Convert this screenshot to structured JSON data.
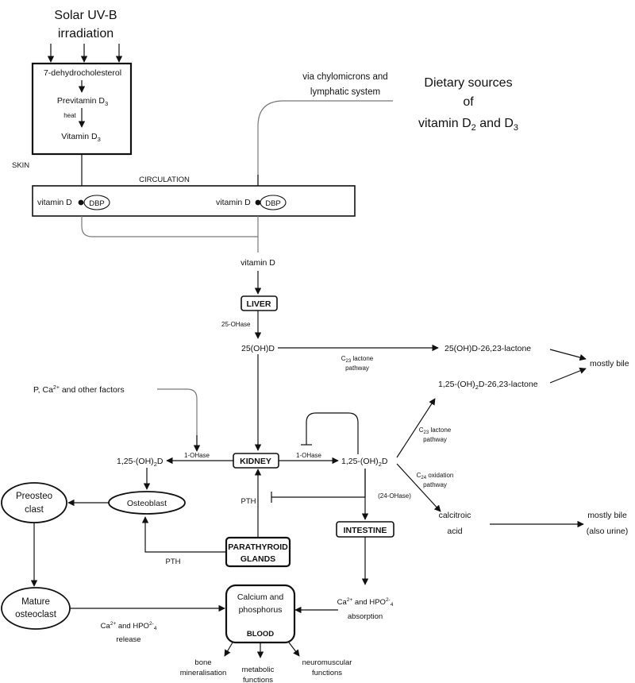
{
  "sources": {
    "solar_line1": "Solar UV-B",
    "solar_line2": "irradiation",
    "dietary_line1": "Dietary sources",
    "dietary_line2": "of",
    "dietary_line3_prefix": "vitamin D",
    "dietary_sub1": "2",
    "dietary_and": " and D",
    "dietary_sub2": "3",
    "chylo_line1": "via chylomicrons and",
    "chylo_line2": "lymphatic system"
  },
  "skin": {
    "label": "SKIN",
    "dehydro": "7-dehydrocholesterol",
    "previtamin": "Previtamin D",
    "previtamin_sub": "3",
    "heat": "heat",
    "vitamin": "Vitamin D",
    "vitamin_sub": "3"
  },
  "circulation": {
    "label": "CIRCULATION",
    "vitd_left": "vitamin D",
    "dbp_left": "DBP",
    "vitd_right": "vitamin D",
    "dbp_right": "DBP"
  },
  "liver": {
    "vitd": "vitamin D",
    "label": "LIVER",
    "enzyme": "25-OHase",
    "product": "25(OH)D"
  },
  "lactone_top": {
    "pathway1": "C",
    "pathway1_sub": "23",
    "pathway1_rest": " lactone",
    "pathway2": "pathway",
    "product": "25(OH)D-26,23-lactone",
    "product2": "1,25-(OH)",
    "product2_sub": "2",
    "product2_rest": "D-26,23-lactone",
    "bile": "mostly bile"
  },
  "kidney": {
    "factors": "P, Ca",
    "factors_sup": "2+",
    "factors_rest": " and other factors",
    "label": "KIDNEY",
    "enzyme_left": "1-OHase",
    "enzyme_right": "1-OHase",
    "product_left": "1,25-(OH)",
    "product_left_sub": "2",
    "product_left_rest": "D",
    "product_right": "1,25-(OH)",
    "product_right_sub": "2",
    "product_right_rest": "D",
    "pth": "PTH"
  },
  "catabolism": {
    "c23_1": "C",
    "c23_sub": "23",
    "c23_rest": " lactone",
    "c23_2": "pathway",
    "c24_1": "C",
    "c24_sub": "24",
    "c24_rest": " oxidation",
    "c24_2": "pathway",
    "hase24": "(24-OHase)",
    "calcitroic1": "calcitroic",
    "calcitroic2": "acid",
    "bile1": "mostly bile",
    "bile2": "(also urine)"
  },
  "bone": {
    "osteoblast": "Osteoblast",
    "preosteo1": "Preosteo",
    "preosteo2": "clast",
    "mature1": "Mature",
    "mature2": "osteoclast",
    "pth": "PTH",
    "release1": "Ca",
    "release1_sup": "2+",
    "release1_mid": " and HPO",
    "release1_sup2": "2-",
    "release1_sub2": "4",
    "release2": "release"
  },
  "parathyroid": {
    "line1": "PARATHYROID",
    "line2": "GLANDS"
  },
  "intestine": {
    "label": "INTESTINE",
    "abs1": "Ca",
    "abs1_sup": "2+",
    "abs1_mid": " and HPO",
    "abs1_sup2": "2-",
    "abs1_sub2": "4",
    "abs2": "absorption"
  },
  "blood": {
    "line1": "Calcium and",
    "line2": "phosphorus",
    "line3": "BLOOD",
    "out1_1": "bone",
    "out1_2": "mineralisation",
    "out2_1": "metabolic",
    "out2_2": "functions",
    "out3_1": "neuromuscular",
    "out3_2": "functions"
  }
}
